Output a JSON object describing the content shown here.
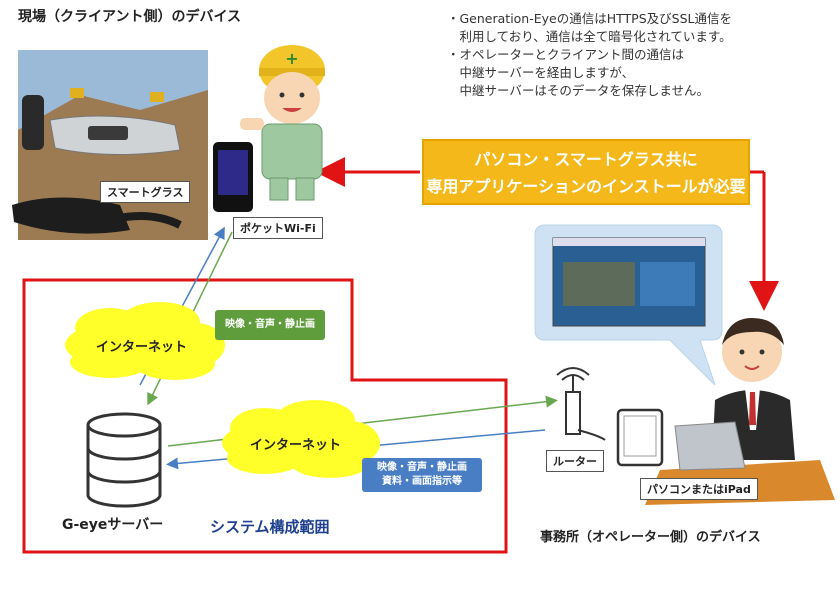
{
  "title_left": "現場（クライアント側）のデバイス",
  "notes": [
    "・Generation-Eyeの通信はHTTPS及びSSL通信を",
    "　利用しており、通信は全て暗号化されています。",
    "・オペレーターとクライアント間の通信は",
    "　中継サーバーを経由しますが、",
    "　中継サーバーはそのデータを保存しません。"
  ],
  "smartglass_label": "スマートグラス",
  "wifi_label": "ポケットWi-Fi",
  "orange_box": {
    "line1": "パソコン・スマートグラス共に",
    "line2": "専用アプリケーションのインストールが必要"
  },
  "internet_top": "インターネット",
  "green_box": "映像・音声・静止画",
  "internet_mid": "インターネット",
  "blue_box": {
    "line1": "映像・音声・静止画",
    "line2": "資料・画面指示等"
  },
  "server_label": "G-eyeサーバー",
  "scope_label": "システム構成範囲",
  "router_label": "ルーター",
  "pc_label": "パソコンまたはiPad",
  "office_label": "事務所（オペレーター側）のデバイス",
  "colors": {
    "red": "#e01414",
    "orange": "#f5b81a",
    "green": "#5f9c3c",
    "blue": "#4a7ec4",
    "cloud": "#ffff2a",
    "scope_text": "#1f3f8f"
  }
}
